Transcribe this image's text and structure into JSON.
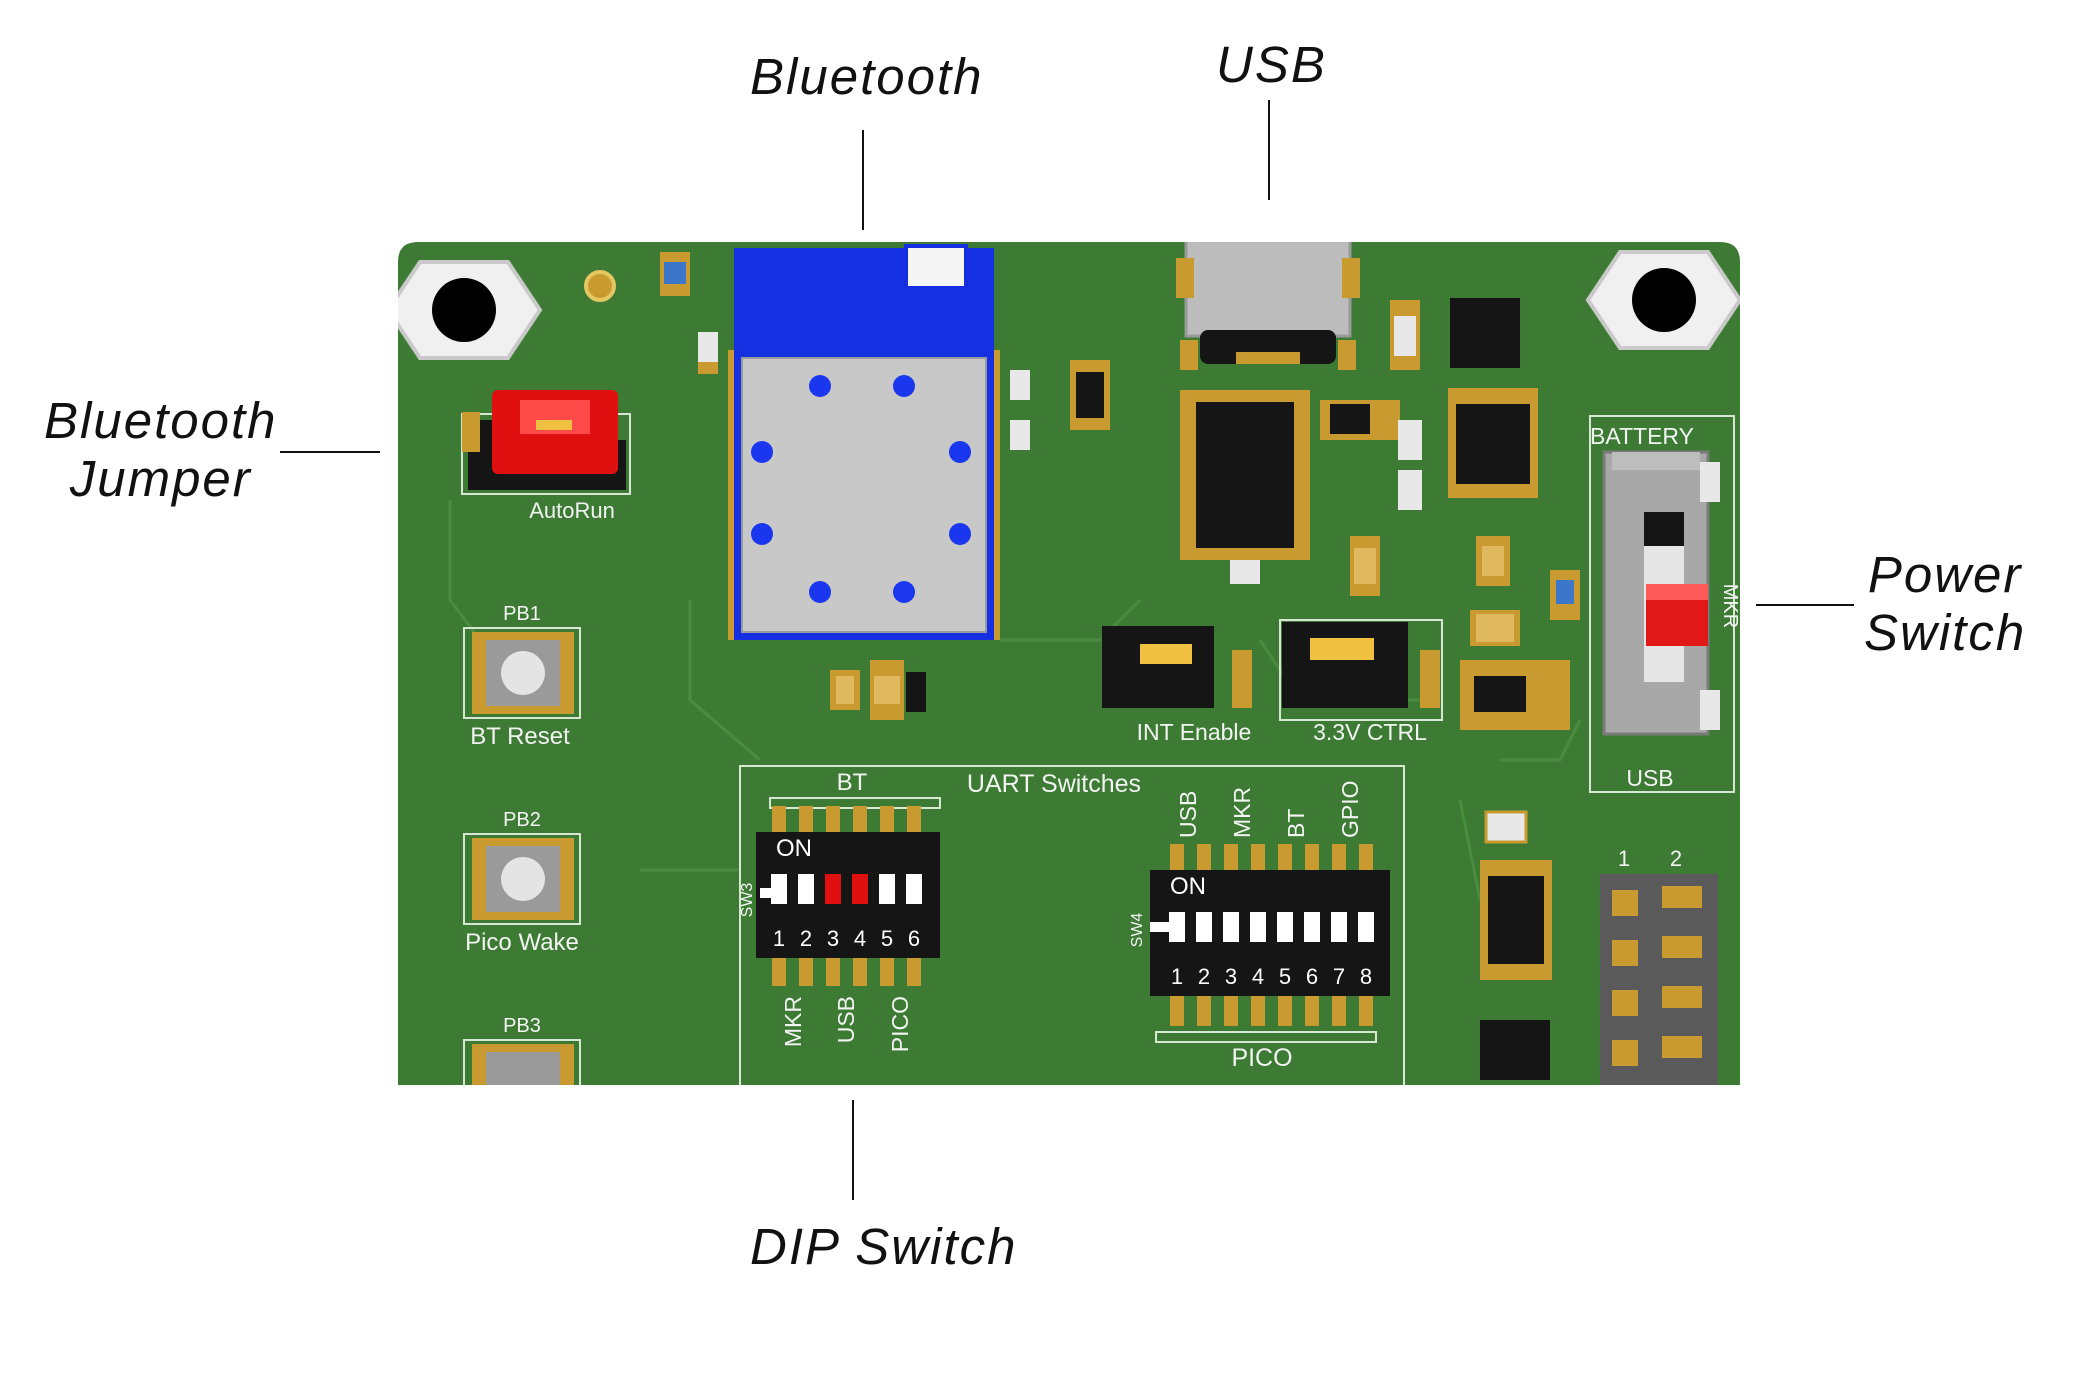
{
  "callouts": {
    "bluetooth": "Bluetooth",
    "usb": "USB",
    "bluetooth_jumper": [
      "Bluetooth",
      "Jumper"
    ],
    "power_switch": [
      "Power",
      "Switch"
    ],
    "dip_switch": "DIP Switch"
  },
  "board_labels": {
    "autorun": "AutoRun",
    "pb1": "PB1",
    "bt_reset": "BT Reset",
    "pb2": "PB2",
    "pico_wake": "Pico Wake",
    "pb3": "PB3",
    "int_enable": "INT Enable",
    "ctrl_3v3": "3.3V CTRL",
    "battery": "BATTERY",
    "usb_switch": "USB",
    "mkr_switch": "MKR",
    "uart_switches": "UART Switches",
    "bt_group": "BT",
    "sw3": "SW3",
    "sw4": "SW4",
    "on": "ON",
    "sw3_numbers": [
      "1",
      "2",
      "3",
      "4",
      "5",
      "6"
    ],
    "sw4_numbers": [
      "1",
      "2",
      "3",
      "4",
      "5",
      "6",
      "7",
      "8"
    ],
    "sw3_bottom": [
      "MKR",
      "USB",
      "PICO"
    ],
    "sw4_top": [
      "USB",
      "MKR",
      "BT",
      "GPIO"
    ],
    "pico_group": "PICO",
    "header_numbers": [
      "1",
      "2"
    ]
  },
  "sw3_states": [
    "off",
    "off",
    "on",
    "on",
    "off",
    "off"
  ],
  "sw4_states": [
    "off",
    "off",
    "off",
    "off",
    "off",
    "off",
    "off",
    "off"
  ],
  "colors": {
    "board": "#3d7a34",
    "bt_module": "#1530e0",
    "shield": "#c8c8c8",
    "jumper_red": "#e01010",
    "switch_red": "#e01818",
    "gold": "#c89a30",
    "chip": "#151515"
  }
}
